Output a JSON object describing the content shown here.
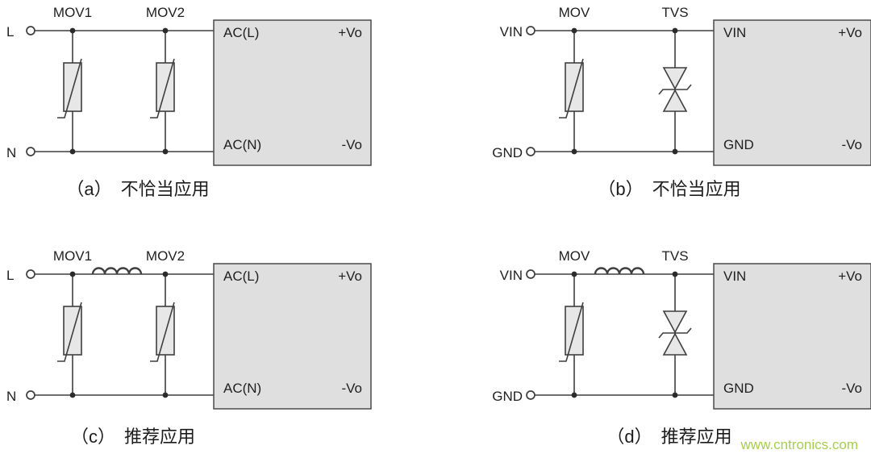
{
  "watermark": {
    "text": "www.cntronics.com",
    "color": "#9cc83c"
  },
  "colors": {
    "background": "#ffffff",
    "line": "#3f3f3f",
    "module_fill": "#dfdfdf",
    "component_fill": "#e7e7e7",
    "text": "#1f1f1f"
  },
  "circuits": [
    {
      "id": "a",
      "caption": "（a）　不恰当应用",
      "input_top": "L",
      "input_bottom": "N",
      "component1": "MOV1",
      "component2": "MOV2",
      "component1_icon": "varistor-icon",
      "component2_icon": "varistor-icon",
      "has_inductor": false,
      "module": {
        "in_top": "AC(L)",
        "in_bottom": "AC(N)",
        "out_top": "+Vo",
        "out_bottom": "-Vo"
      }
    },
    {
      "id": "b",
      "caption": "（b）　不恰当应用",
      "input_top": "VIN",
      "input_bottom": "GND",
      "component1": "MOV",
      "component2": "TVS",
      "component1_icon": "varistor-icon",
      "component2_icon": "tvs-diode-icon",
      "has_inductor": false,
      "module": {
        "in_top": "VIN",
        "in_bottom": "GND",
        "out_top": "+Vo",
        "out_bottom": "-Vo"
      }
    },
    {
      "id": "c",
      "caption": "（c）　推荐应用",
      "input_top": "L",
      "input_bottom": "N",
      "component1": "MOV1",
      "component2": "MOV2",
      "component1_icon": "varistor-icon",
      "component2_icon": "varistor-icon",
      "has_inductor": true,
      "module": {
        "in_top": "AC(L)",
        "in_bottom": "AC(N)",
        "out_top": "+Vo",
        "out_bottom": "-Vo"
      }
    },
    {
      "id": "d",
      "caption": "（d）　推荐应用",
      "input_top": "VIN",
      "input_bottom": "GND",
      "component1": "MOV",
      "component2": "TVS",
      "component1_icon": "varistor-icon",
      "component2_icon": "tvs-diode-icon",
      "has_inductor": true,
      "module": {
        "in_top": "VIN",
        "in_bottom": "GND",
        "out_top": "+Vo",
        "out_bottom": "-Vo"
      }
    }
  ]
}
